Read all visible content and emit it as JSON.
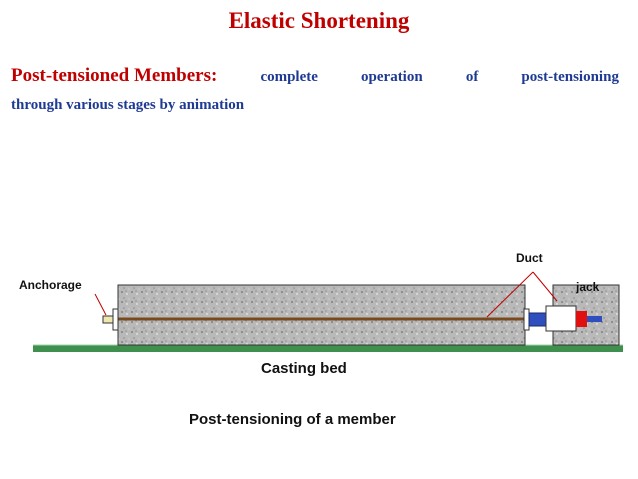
{
  "title": "Elastic Shortening",
  "subtitle": {
    "heading": "Post-tensioned Members:",
    "words_line1": [
      "complete",
      "operation",
      "of",
      "post-tensioning"
    ],
    "line2": "through various stages by animation"
  },
  "diagram": {
    "labels": {
      "anchorage": "Anchorage",
      "duct": "Duct",
      "jack": "jack",
      "casting_bed": "Casting bed"
    },
    "caption": "Post-tensioning of a member"
  },
  "colors": {
    "title": "#c00000",
    "subtitle_text": "#1f3a93",
    "concrete": "#b9b9b9",
    "tendon": "#7a4a1f",
    "bed": "#3f8f4f",
    "jack_ram": "#2f4fbf",
    "jack_end": "#e01010",
    "arrow": "#c00000"
  }
}
